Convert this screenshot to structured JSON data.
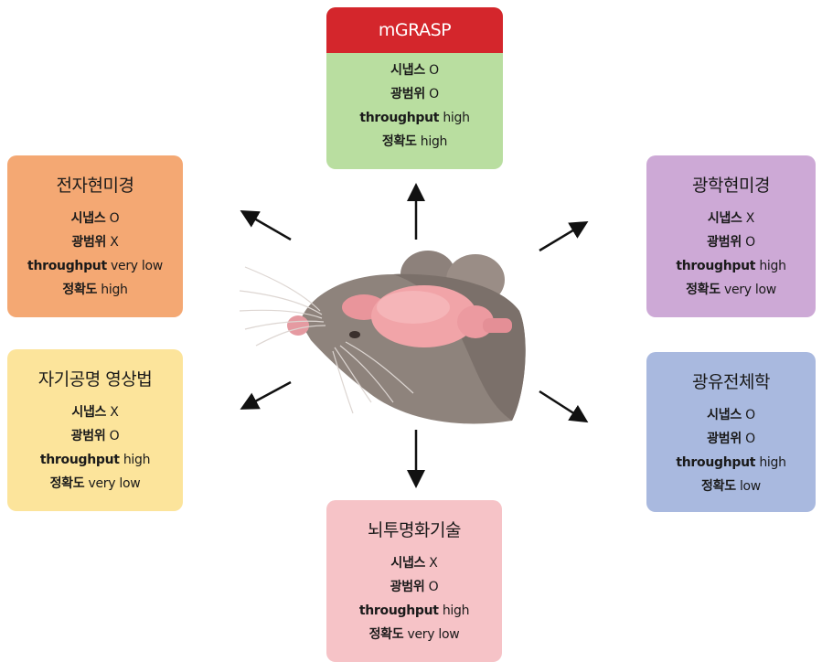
{
  "labels": {
    "synapse": "시냅스",
    "range": "광범위",
    "throughput": "throughput",
    "accuracy": "정확도"
  },
  "cards": {
    "mgrasp": {
      "title": "mGRASP",
      "synapse": "O",
      "range": "O",
      "throughput": "high",
      "accuracy": "high",
      "color": "#b9dea0",
      "header_color": "#d4262c"
    },
    "em": {
      "title": "전자현미경",
      "synapse": "O",
      "range": "X",
      "throughput": "very low",
      "accuracy": "high",
      "color": "#f4a873"
    },
    "mri": {
      "title": "자기공명 영상법",
      "synapse": "X",
      "range": "O",
      "throughput": "high",
      "accuracy": "very low",
      "color": "#fce49b"
    },
    "optical": {
      "title": "광학현미경",
      "synapse": "X",
      "range": "O",
      "throughput": "high",
      "accuracy": "very low",
      "color": "#cda9d6"
    },
    "optogenetics": {
      "title": "광유전체학",
      "synapse": "O",
      "range": "O",
      "throughput": "high",
      "accuracy": "low",
      "color": "#a9b9df"
    },
    "clearing": {
      "title": "뇌투명화기술",
      "synapse": "X",
      "range": "O",
      "throughput": "high",
      "accuracy": "very low",
      "color": "#f6c3c7"
    }
  },
  "illustration": {
    "subject": "mouse-head-with-brain"
  }
}
